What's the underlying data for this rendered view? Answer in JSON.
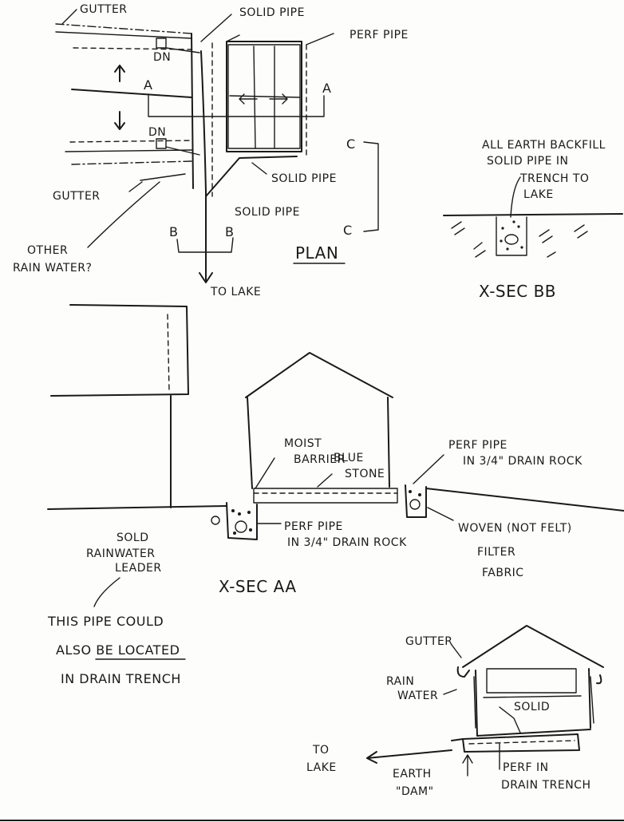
{
  "plan": {
    "gutter_top": "GUTTER",
    "solid_pipe_top": "SOLID PIPE",
    "perf_pipe": "PERF PIPE",
    "dn_top": "DN",
    "dn_bottom": "DN",
    "section_a_left": "A",
    "section_a_right": "A",
    "section_c_top": "C",
    "section_c_bottom": "C",
    "solid_pipe_mid": "SOLID PIPE",
    "gutter_bottom": "GUTTER",
    "solid_pipe_lower": "SOLID PIPE",
    "section_b_left": "B",
    "section_b_right": "B",
    "other_line1": "OTHER",
    "other_line2": "RAIN WATER?",
    "title": "PLAN",
    "to_lake": "TO LAKE"
  },
  "section_bb": {
    "note_line1": "ALL EARTH BACKFILL",
    "note_line2": "SOLID PIPE IN",
    "note_line3": "TRENCH TO",
    "note_line4": "LAKE",
    "title": "X-SEC BB"
  },
  "section_aa": {
    "moist": "MOIST",
    "barrier": "BARRIER",
    "blue": "BLUE",
    "stone": "STONE",
    "perf_right_1": "PERF PIPE",
    "perf_right_2": "IN 3/4\" DRAIN ROCK",
    "perf_left_1": "PERF PIPE",
    "perf_left_2": "IN 3/4\" DRAIN ROCK",
    "woven": "WOVEN (NOT FELT)",
    "filter": "FILTER",
    "fabric": "FABRIC",
    "leader_1": "SOLD",
    "leader_2": "RAINWATER",
    "leader_3": "LEADER",
    "title": "X-SEC AA"
  },
  "note": {
    "line1": "THIS PIPE COULD",
    "line2": "ALSO BE LOCATED",
    "line3": "IN DRAIN TRENCH"
  },
  "detail": {
    "gutter": "GUTTER",
    "rain": "RAIN",
    "water": "WATER",
    "solid": "SOLID",
    "to": "TO",
    "lake": "LAKE",
    "earth": "EARTH",
    "dam": "\"DAM\"",
    "perf": "PERF IN",
    "trench": "DRAIN TRENCH"
  }
}
